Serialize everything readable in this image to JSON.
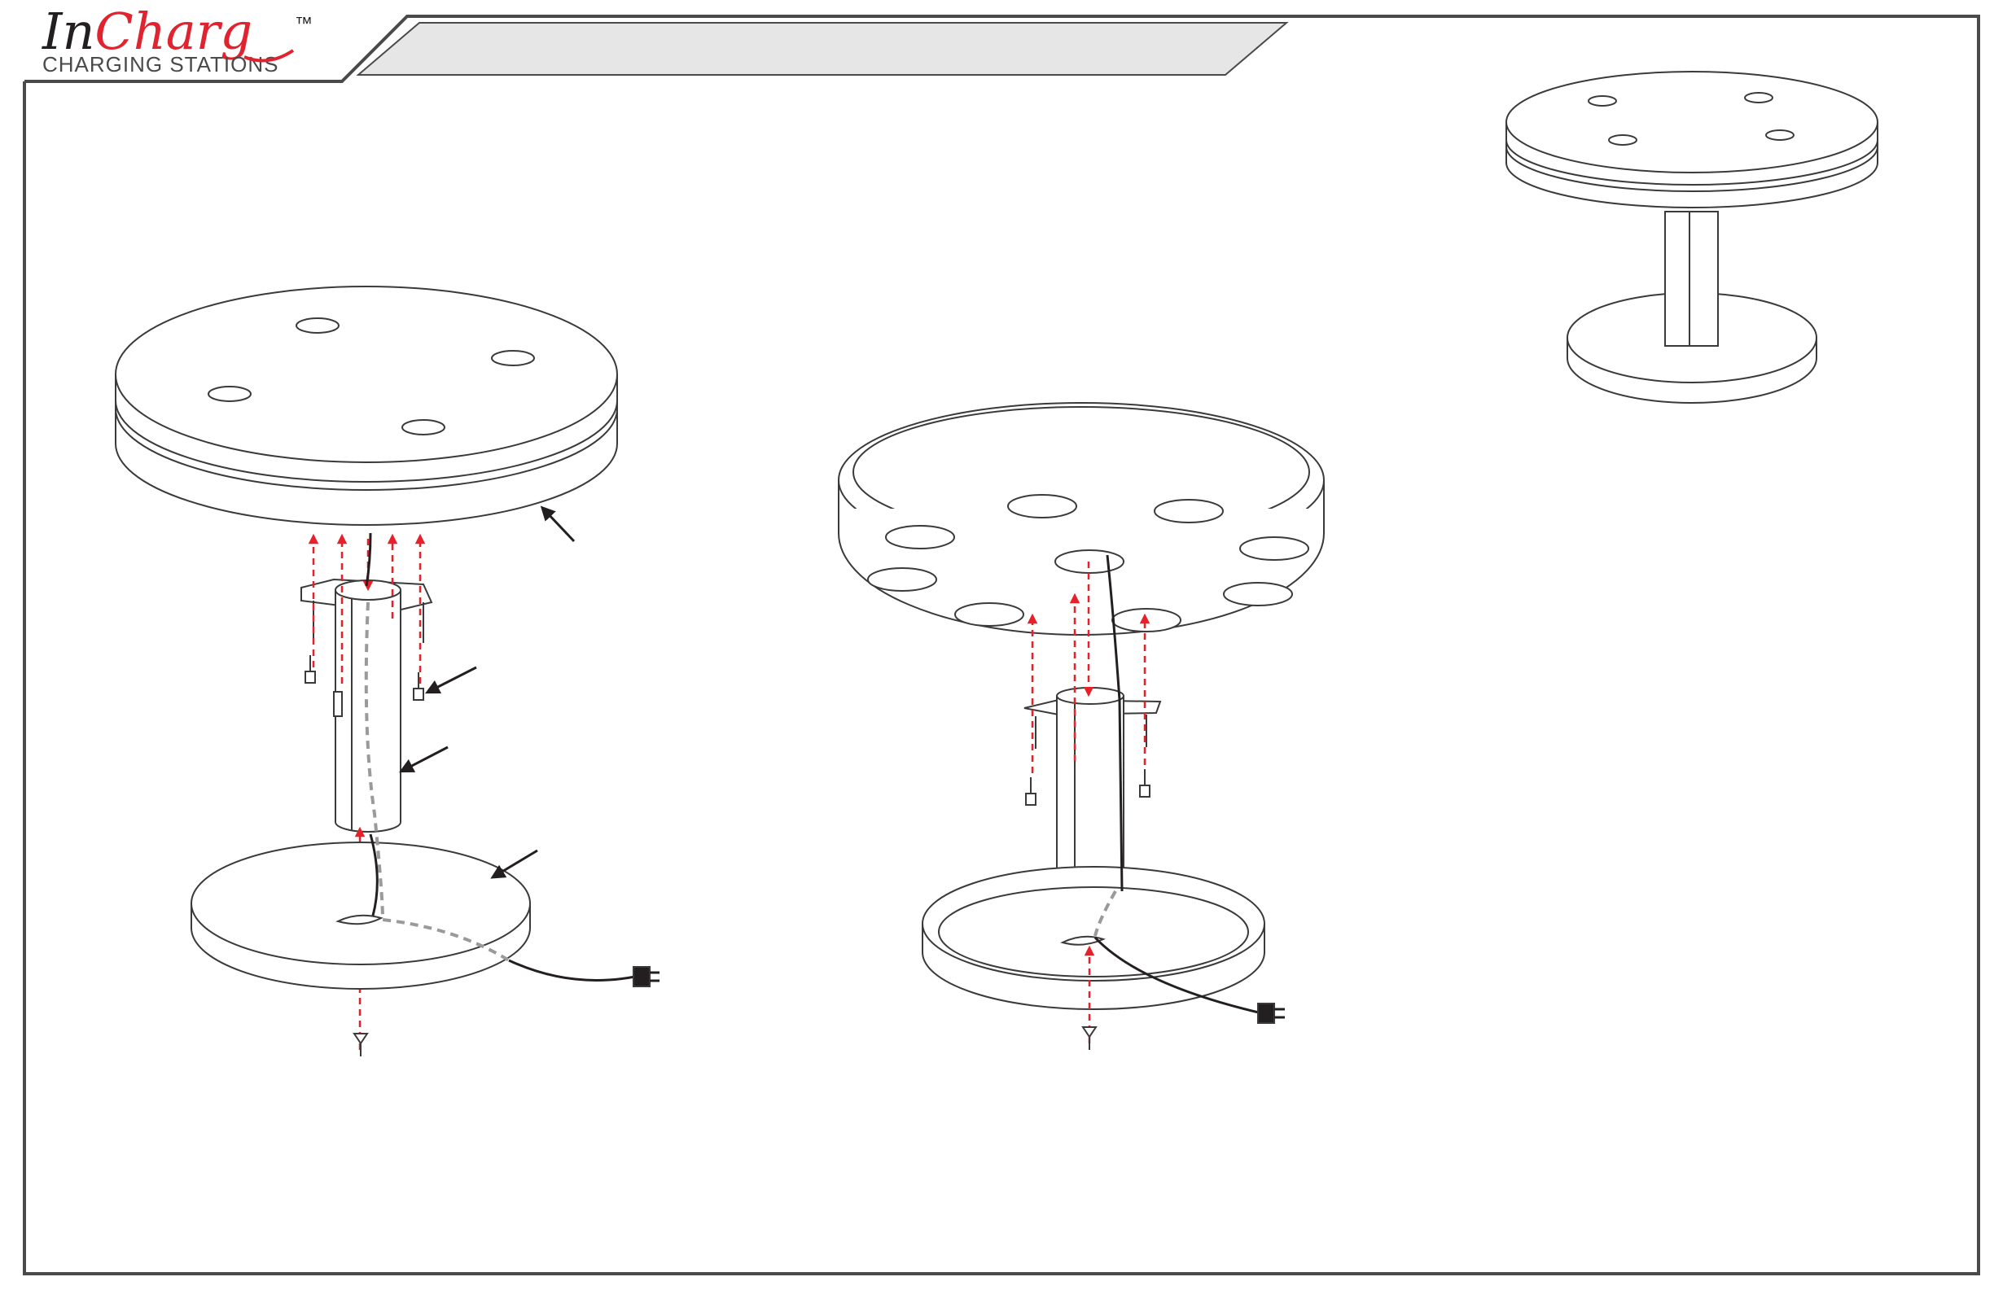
{
  "brand": {
    "name_part1": "In",
    "name_part2": "Charg",
    "trademark": "™",
    "subtitle": "CHARGING STATIONS"
  },
  "header_banner": {
    "text": ""
  },
  "colors": {
    "brand_red": "#e0232f",
    "brand_black": "#231f20",
    "line": "#3a3a3a",
    "arrow_red": "#e8202a",
    "hidden_cable": "#9a9a9a",
    "banner_fill": "#e6e6e6",
    "frame": "#4a4a4a"
  },
  "figures": [
    {
      "name": "exploded-assembly-view-1"
    },
    {
      "name": "exploded-assembly-view-2"
    },
    {
      "name": "assembled-station-view"
    }
  ],
  "icons": [
    "plug-icon",
    "screw-icon",
    "callout-arrow-icon"
  ]
}
